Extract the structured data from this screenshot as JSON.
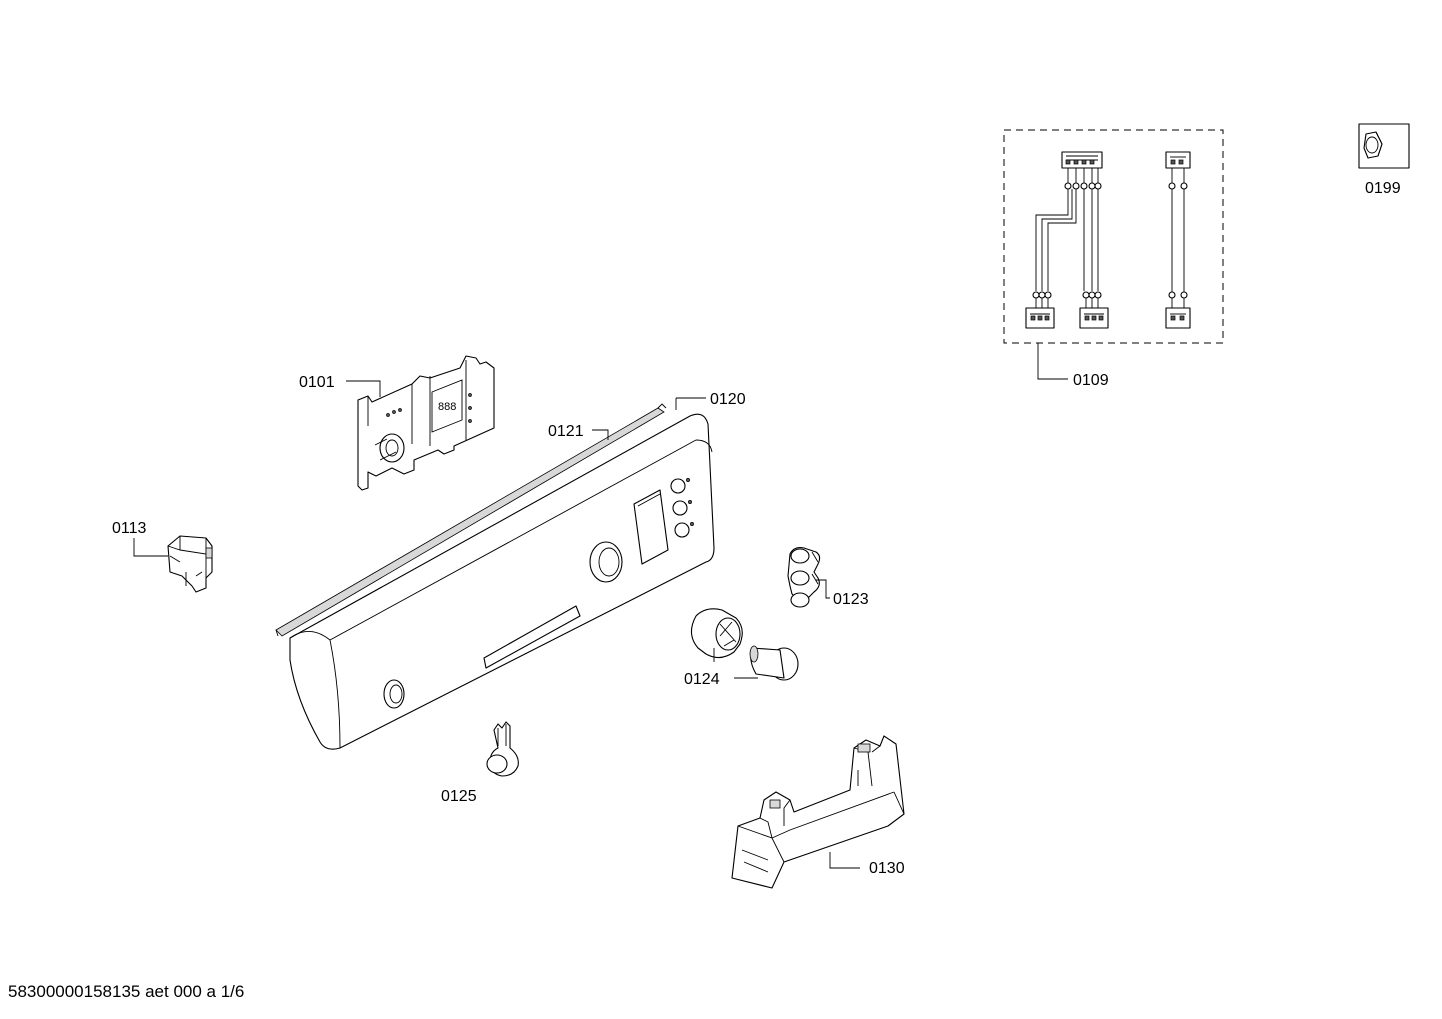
{
  "parts": [
    {
      "id": "control-module",
      "label": "0101"
    },
    {
      "id": "cable-harness-set",
      "label": "0109"
    },
    {
      "id": "switch",
      "label": "0113"
    },
    {
      "id": "facia-panel",
      "label": "0120"
    },
    {
      "id": "seal-strip",
      "label": "0121"
    },
    {
      "id": "push-button",
      "label": "0123"
    },
    {
      "id": "knob",
      "label": "0124"
    },
    {
      "id": "button-set",
      "label": "0125"
    },
    {
      "id": "bracket-cover",
      "label": "0130"
    },
    {
      "id": "accessory-nut",
      "label": "0199"
    }
  ],
  "footer": {
    "doc_id": "58300000158135 aet 000 a 1/6"
  }
}
